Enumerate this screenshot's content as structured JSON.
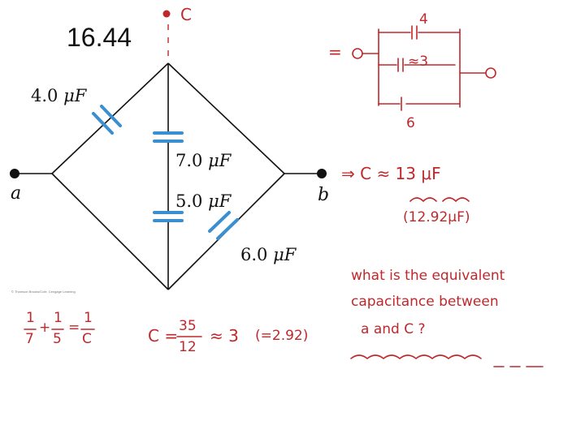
{
  "slide": {
    "title": "16.44"
  },
  "diagram": {
    "labels": {
      "c1_value": "4.0",
      "c2_value": "7.0",
      "c3_value": "5.0",
      "c4_value": "6.0",
      "unit": "μF",
      "node_a": "a",
      "node_b": "b"
    },
    "copyright": "© Thomson Brooks/Cole, Cengage Learning"
  },
  "annotations": {
    "node_c": "C",
    "eq_prefix": "=",
    "cap_top": "4",
    "cap_mid": "≈3",
    "cap_bottom": "6",
    "result_line": "⇒ C ≈ 13 μF",
    "result_exact": "(12.92μF)",
    "question_line1": "what is the equivalent",
    "question_line2": "capacitance between",
    "question_line3": "a and C ?",
    "formula_lhs": {
      "f1_num": "1",
      "f1_den": "7",
      "op_plus": "+",
      "f2_num": "1",
      "f2_den": "5",
      "op_eq": "=",
      "f3_num": "1",
      "f3_den": "C"
    },
    "formula_rhs": {
      "c_eq": "C =",
      "num": "35",
      "den": "12",
      "approx": "≈ 3",
      "exact": "(=2.92)"
    },
    "colors": {
      "ink": "#c0282c",
      "circuit": "#111111",
      "capacitor": "#3a8fd0"
    }
  }
}
